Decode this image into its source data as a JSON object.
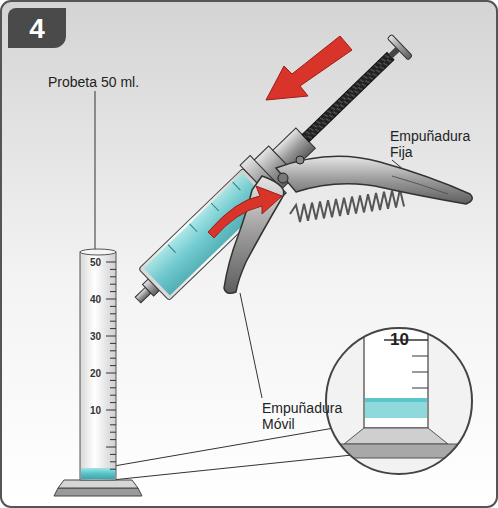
{
  "diagram": {
    "nodes": [
      {
        "text": [
          "4"
        ]
      },
      {
        "text": [
          "10"
        ]
      }
    ],
    "labels": [
      "Probeta 50 ml.",
      "Empuñadura Fija",
      "Empuñadura Móvil",
      "50",
      "40",
      "30",
      "20",
      "10"
    ]
  }
}
